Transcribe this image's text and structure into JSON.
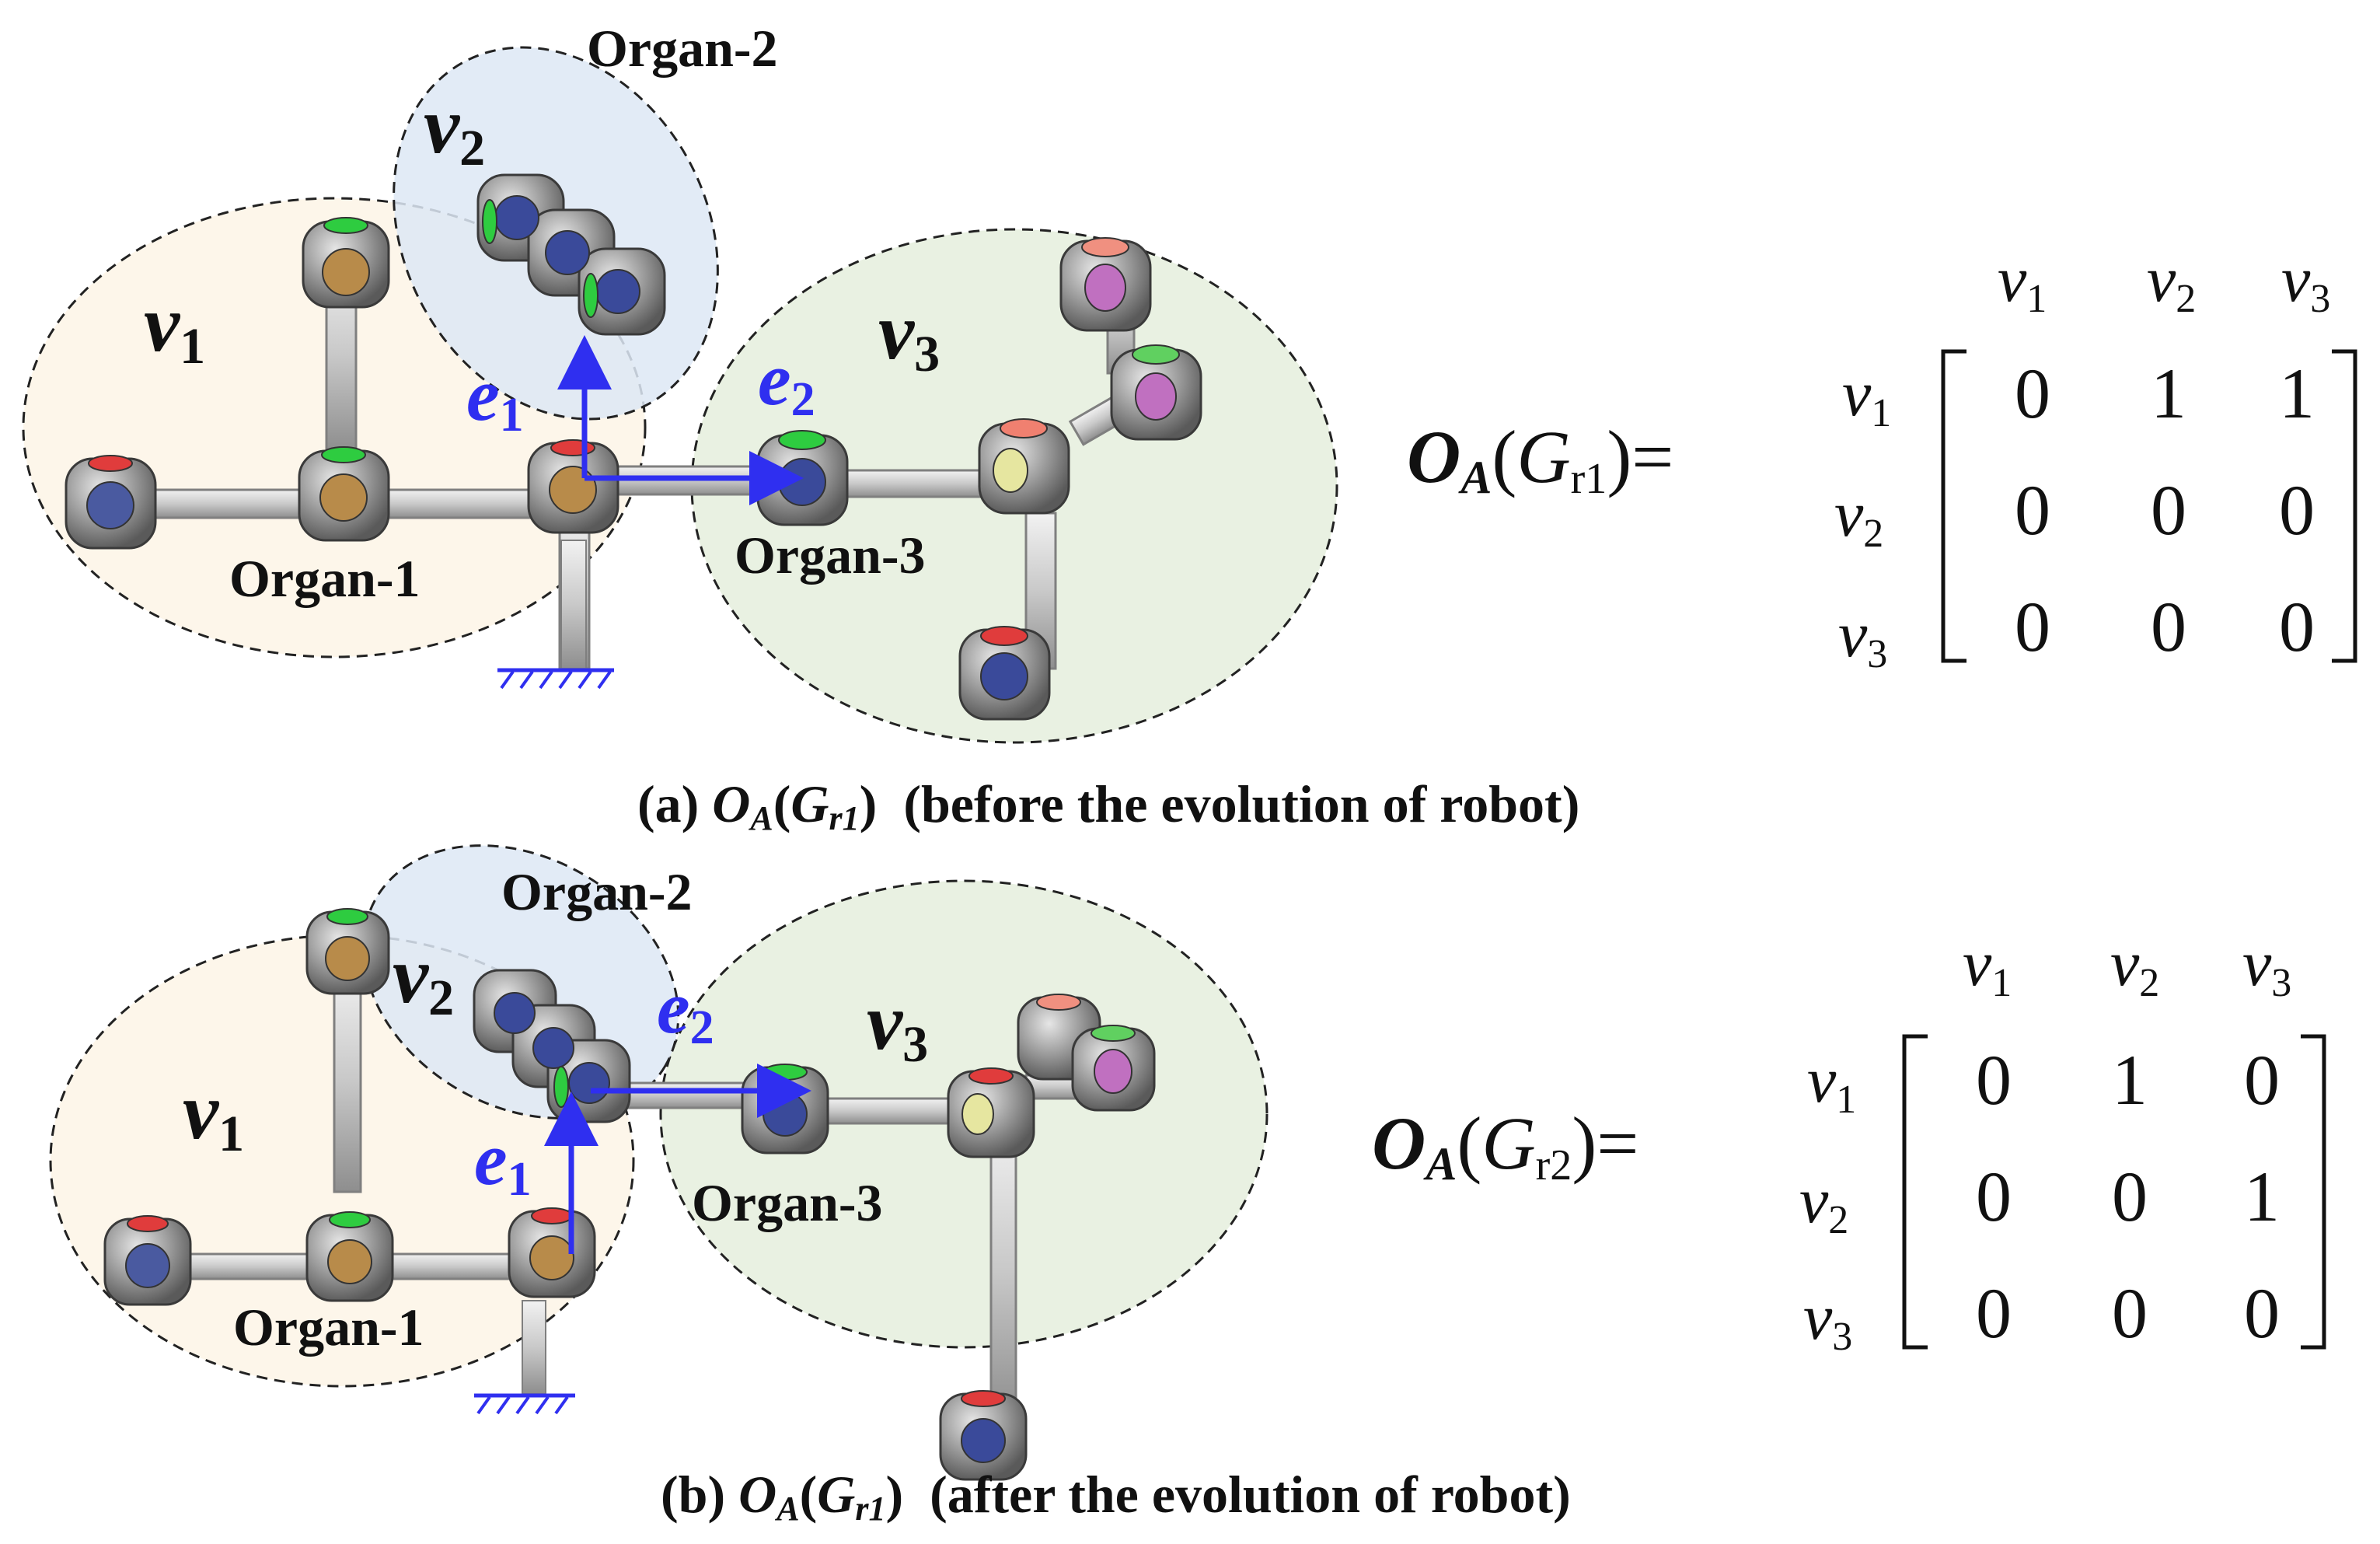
{
  "panels": [
    {
      "organ_labels": [
        "Organ-1",
        "Organ-2",
        "Organ-3"
      ],
      "vertex_labels": [
        "v",
        "v",
        "v"
      ],
      "vertex_subs": [
        "1",
        "2",
        "3"
      ],
      "edge_labels": [
        "e",
        "e"
      ],
      "edge_subs": [
        "1",
        "2"
      ],
      "caption": {
        "prefix": "(a) ",
        "op": "O",
        "op_sub": "A",
        "open": "(",
        "graph": "G",
        "graph_sub": "r1",
        "close": ")",
        "suffix": "  (before the evolution of robot)"
      },
      "equation": {
        "op": "O",
        "op_sub": "A",
        "open": "(",
        "graph": "G",
        "graph_sub": "r1",
        "close": ")",
        "equals": "="
      },
      "matrix": {
        "col_heads": [
          "v",
          "v",
          "v"
        ],
        "col_subs": [
          "1",
          "2",
          "3"
        ],
        "row_heads": [
          "v",
          "v",
          "v"
        ],
        "row_subs": [
          "1",
          "2",
          "3"
        ],
        "values": [
          [
            "0",
            "1",
            "1"
          ],
          [
            "0",
            "0",
            "0"
          ],
          [
            "0",
            "0",
            "0"
          ]
        ]
      }
    },
    {
      "organ_labels": [
        "Organ-1",
        "Organ-2",
        "Organ-3"
      ],
      "vertex_labels": [
        "v",
        "v",
        "v"
      ],
      "vertex_subs": [
        "1",
        "2",
        "3"
      ],
      "edge_labels": [
        "e",
        "e"
      ],
      "edge_subs": [
        "1",
        "2"
      ],
      "caption": {
        "prefix": "(b) ",
        "op": "O",
        "op_sub": "A",
        "open": "(",
        "graph": "G",
        "graph_sub": "r1",
        "close": ")",
        "suffix": "  (after the evolution of robot)"
      },
      "equation": {
        "op": "O",
        "op_sub": "A",
        "open": "(",
        "graph": "G",
        "graph_sub": "r2",
        "close": ")",
        "equals": "="
      },
      "matrix": {
        "col_heads": [
          "v",
          "v",
          "v"
        ],
        "col_subs": [
          "1",
          "2",
          "3"
        ],
        "row_heads": [
          "v",
          "v",
          "v"
        ],
        "row_subs": [
          "1",
          "2",
          "3"
        ],
        "values": [
          [
            "0",
            "1",
            "0"
          ],
          [
            "0",
            "0",
            "1"
          ],
          [
            "0",
            "0",
            "0"
          ]
        ]
      }
    }
  ],
  "colors": {
    "organ1_fill": "#fdf6ea",
    "organ2_fill": "#dde7f4",
    "organ3_fill": "#e9f1e2",
    "edge_arrow": "#2f2ff0",
    "module_body": "#8d8d8d",
    "ground": "#2f2ff0"
  }
}
